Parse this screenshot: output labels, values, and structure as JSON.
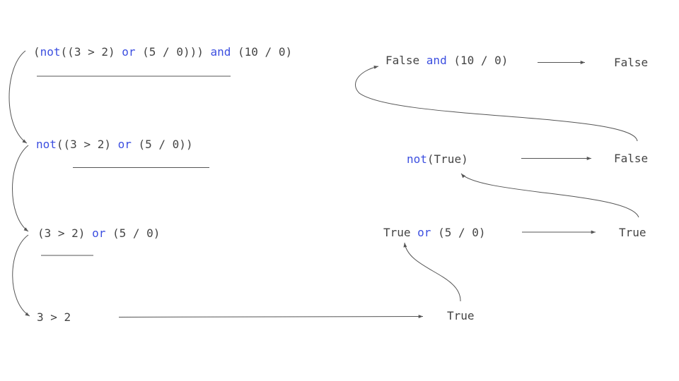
{
  "colors": {
    "text": "#444444",
    "keyword": "#3c4fe0",
    "line": "#555555"
  },
  "left_column": [
    {
      "id": "full",
      "tokens": [
        {
          "t": "(",
          "kw": false
        },
        {
          "t": "not",
          "kw": true
        },
        {
          "t": "((3 > 2) ",
          "kw": false
        },
        {
          "t": "or",
          "kw": true
        },
        {
          "t": " (5 / 0))) ",
          "kw": false
        },
        {
          "t": "and",
          "kw": true
        },
        {
          "t": " (10 / 0)",
          "kw": false
        }
      ]
    },
    {
      "id": "not-expr",
      "tokens": [
        {
          "t": "not",
          "kw": true
        },
        {
          "t": "((3 > 2) ",
          "kw": false
        },
        {
          "t": "or",
          "kw": true
        },
        {
          "t": " (5 / 0))",
          "kw": false
        }
      ]
    },
    {
      "id": "or-expr",
      "tokens": [
        {
          "t": "(3 > 2) ",
          "kw": false
        },
        {
          "t": "or",
          "kw": true
        },
        {
          "t": " (5 / 0)",
          "kw": false
        }
      ]
    },
    {
      "id": "cmp-expr",
      "tokens": [
        {
          "t": "3 > 2",
          "kw": false
        }
      ]
    }
  ],
  "right_column": [
    {
      "id": "and-step",
      "tokens": [
        {
          "t": "False ",
          "kw": false
        },
        {
          "t": "and",
          "kw": true
        },
        {
          "t": " (10 / 0)",
          "kw": false
        }
      ],
      "result": "False"
    },
    {
      "id": "not-step",
      "tokens": [
        {
          "t": "not",
          "kw": true
        },
        {
          "t": "(True)",
          "kw": false
        }
      ],
      "result": "False"
    },
    {
      "id": "or-step",
      "tokens": [
        {
          "t": "True ",
          "kw": false
        },
        {
          "t": "or",
          "kw": true
        },
        {
          "t": " (5 / 0)",
          "kw": false
        }
      ],
      "result": "True"
    }
  ],
  "cmp_result": "True"
}
